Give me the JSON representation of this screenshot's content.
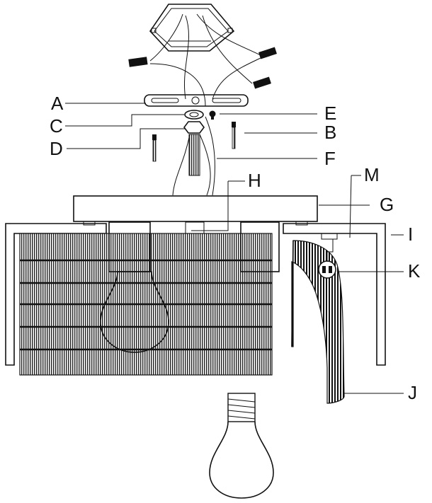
{
  "labels": {
    "A": "A",
    "B": "B",
    "C": "C",
    "D": "D",
    "E": "E",
    "F": "F",
    "G": "G",
    "H": "H",
    "I": "I",
    "J": "J",
    "K": "K",
    "M": "M"
  },
  "colors": {
    "line": "#111111",
    "background": "#ffffff",
    "shade_dark": "#222222"
  }
}
